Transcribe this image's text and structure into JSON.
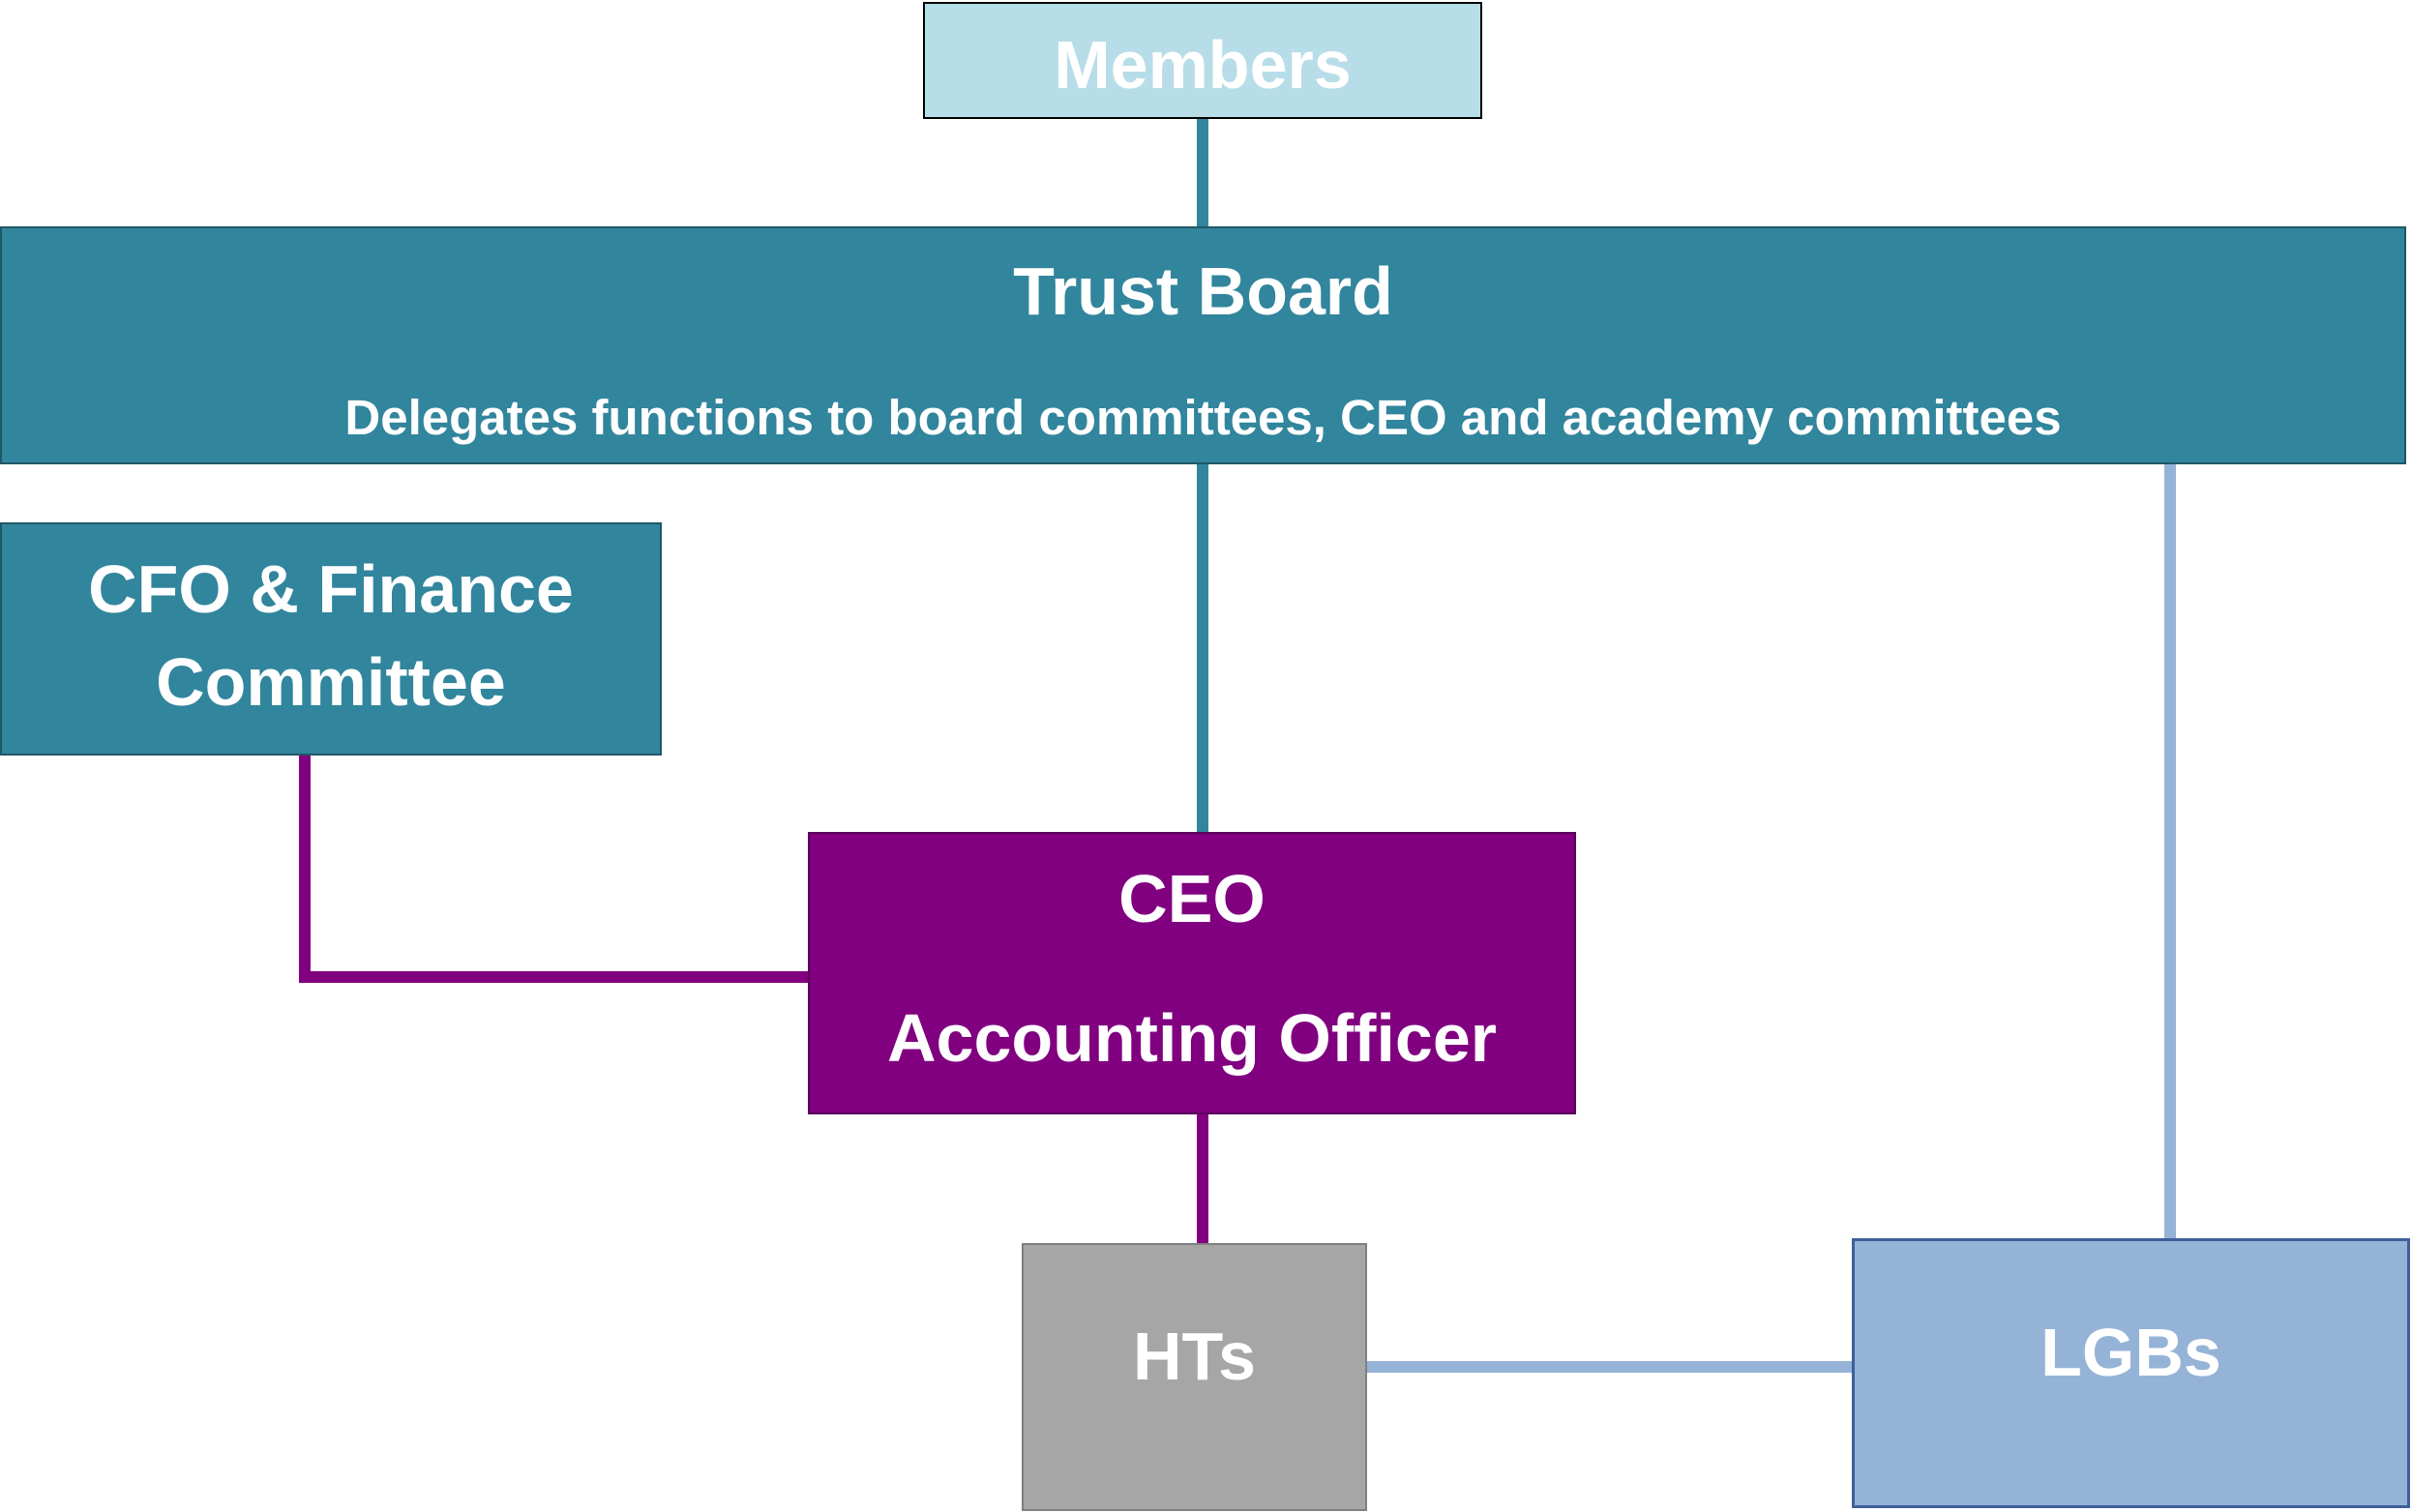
{
  "colors": {
    "members": "#b7dde8",
    "trust_board": "#31859c",
    "ceo": "#800080",
    "hts": "#a6a6a6",
    "lgbs": "#95b3d7"
  },
  "nodes": {
    "members": {
      "label": "Members"
    },
    "trust_board": {
      "title": "Trust Board",
      "subtitle": "Delegates functions to board committees, CEO and academy committees"
    },
    "cfo": {
      "line1": "CFO & Finance",
      "line2": "Committee"
    },
    "ceo": {
      "line1": "CEO",
      "line2": "Accounting Officer"
    },
    "hts": {
      "label": "HTs"
    },
    "lgbs": {
      "label": "LGBs"
    }
  }
}
